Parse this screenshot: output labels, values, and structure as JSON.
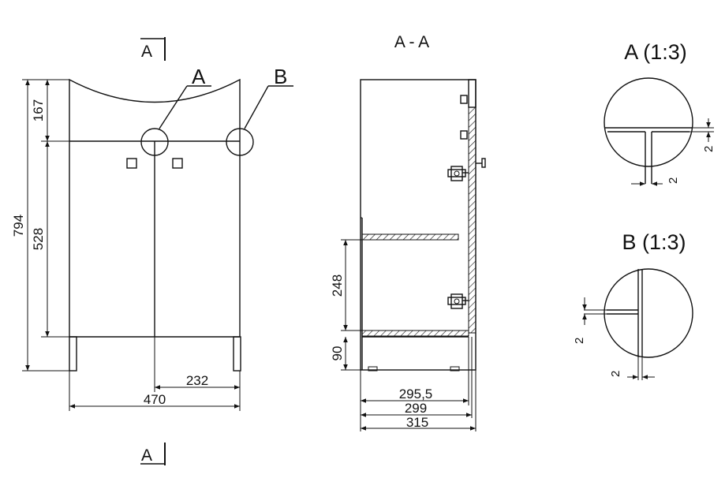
{
  "section_marker": "A",
  "section_title": "A - A",
  "callouts": {
    "a": "A",
    "b": "B"
  },
  "front_dims": {
    "total_height": "794",
    "top_height": "167",
    "door_height": "528",
    "half_width": "232",
    "width": "470"
  },
  "side_dims": {
    "shelf_gap": "248",
    "plinth": "90",
    "depth_1": "295,5",
    "depth_2": "299",
    "depth_3": "315"
  },
  "detail_a": {
    "title": "A (1:3)",
    "gap_vertical": "2",
    "gap_horizontal": "2"
  },
  "detail_b": {
    "title": "B (1:3)",
    "gap_vertical": "2",
    "gap_horizontal": "2"
  }
}
